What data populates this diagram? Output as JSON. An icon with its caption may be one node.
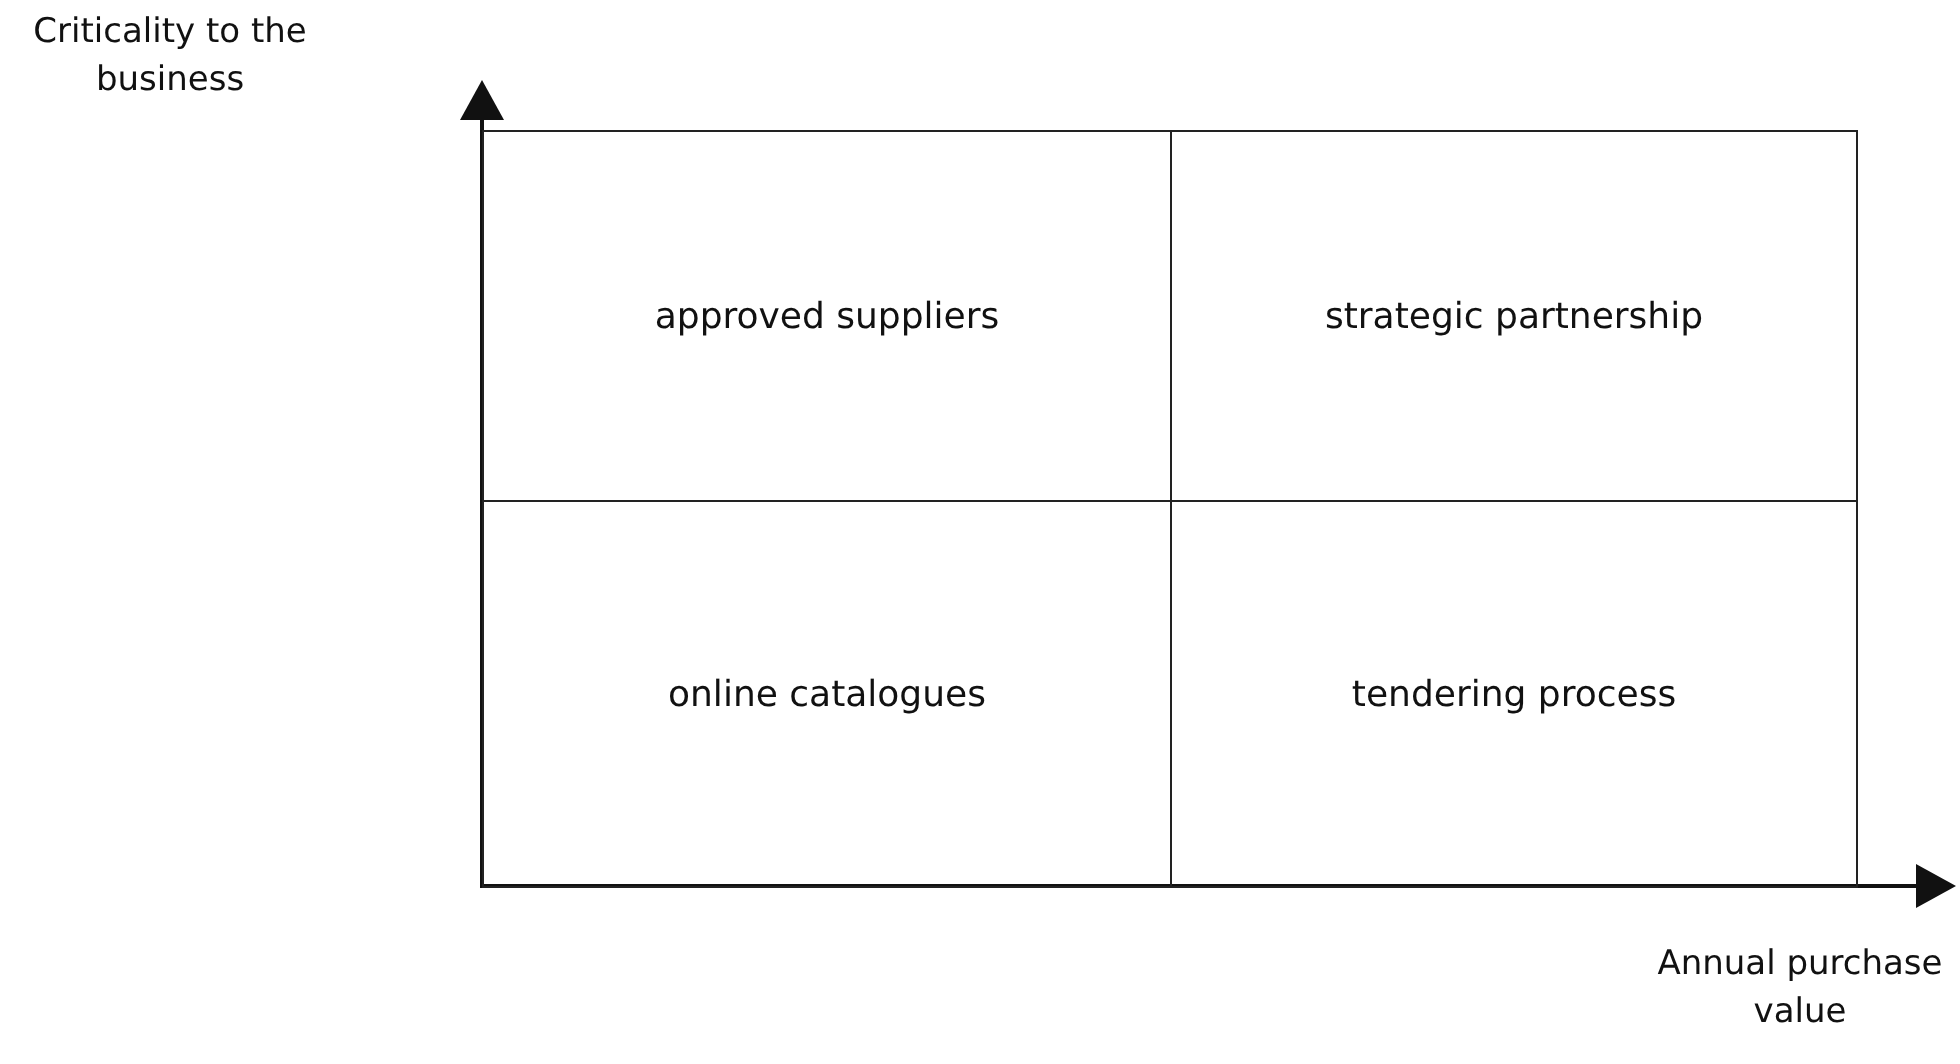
{
  "diagram": {
    "nodes": [
      {
        "text": [
          "approved suppliers"
        ]
      },
      {
        "text": [
          "strategic partnership"
        ]
      },
      {
        "text": [
          "online catalogues"
        ]
      },
      {
        "text": [
          "tendering process"
        ]
      }
    ],
    "labels": [
      "Criticality to the business",
      "Annual purchase value"
    ]
  }
}
